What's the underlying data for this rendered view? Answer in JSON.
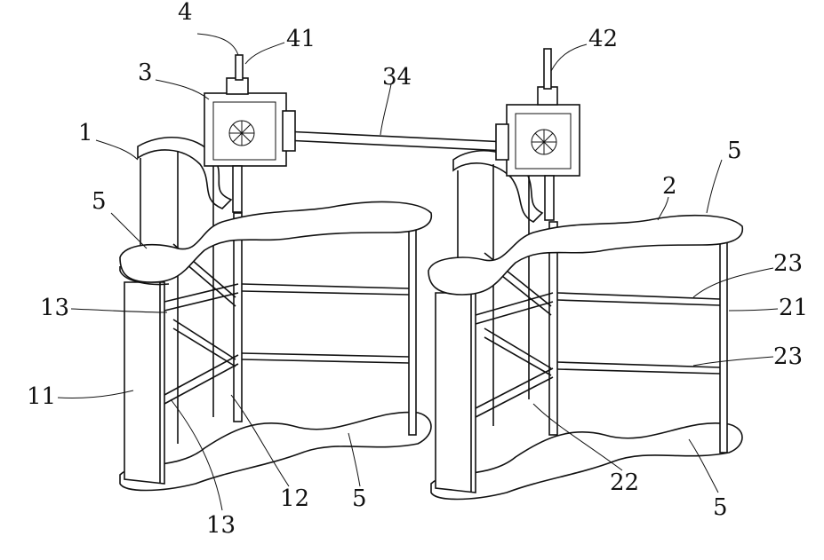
{
  "figure": {
    "labels": [
      {
        "id": "label-4",
        "text": "4"
      },
      {
        "id": "label-41",
        "text": "41"
      },
      {
        "id": "label-3",
        "text": "3"
      },
      {
        "id": "label-34",
        "text": "34"
      },
      {
        "id": "label-42",
        "text": "42"
      },
      {
        "id": "label-1",
        "text": "1"
      },
      {
        "id": "label-5-top-right",
        "text": "5"
      },
      {
        "id": "label-2",
        "text": "2"
      },
      {
        "id": "label-5-top-left",
        "text": "5"
      },
      {
        "id": "label-23-upper",
        "text": "23"
      },
      {
        "id": "label-13-upper",
        "text": "13"
      },
      {
        "id": "label-21",
        "text": "21"
      },
      {
        "id": "label-23-lower",
        "text": "23"
      },
      {
        "id": "label-11",
        "text": "11"
      },
      {
        "id": "label-12",
        "text": "12"
      },
      {
        "id": "label-5-bottom-left",
        "text": "5"
      },
      {
        "id": "label-22",
        "text": "22"
      },
      {
        "id": "label-5-bottom-right",
        "text": "5"
      },
      {
        "id": "label-13-lower",
        "text": "13"
      }
    ]
  }
}
